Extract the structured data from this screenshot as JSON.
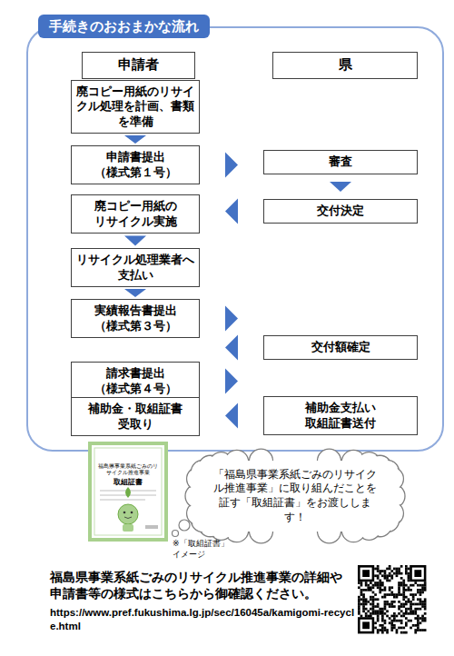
{
  "diagram": {
    "title": "手続きのおおまかな流れ",
    "nodes": [
      {
        "text": [
          "申請者"
        ]
      },
      {
        "text": [
          "県"
        ]
      },
      {
        "text": [
          "廃コピー用紙のリサイクル処理を計画、書類を準備"
        ]
      },
      {
        "text": [
          "申請書提出 （様式第１号）"
        ]
      },
      {
        "text": [
          "審査"
        ]
      },
      {
        "text": [
          "廃コピー用紙の リサイクル実施"
        ]
      },
      {
        "text": [
          "交付決定"
        ]
      },
      {
        "text": [
          "リサイクル処理業者へ 支払い"
        ]
      },
      {
        "text": [
          "実績報告書提出 （様式第３号）"
        ]
      },
      {
        "text": [
          "交付額確定"
        ]
      },
      {
        "text": [
          "請求書提出 （様式第４号）"
        ]
      },
      {
        "text": [
          "補助金・取組証書 受取り"
        ]
      },
      {
        "text": [
          "補助金支払い 取組証書送付"
        ]
      },
      {
        "text": [
          "「福島県事業系紙ごみのリサイクル推進事業」に取り組んだことを証す「取組証書」をお渡しします！"
        ]
      }
    ],
    "edges": [
      {
        "from": 2,
        "to": 3,
        "arrow": "to"
      },
      {
        "from": 3,
        "to": 4,
        "arrow": "to"
      },
      {
        "from": 4,
        "to": 6,
        "arrow": "to"
      },
      {
        "from": 6,
        "to": 5,
        "arrow": "to"
      },
      {
        "from": 5,
        "to": 7,
        "arrow": "to"
      },
      {
        "from": 7,
        "to": 8,
        "arrow": "to"
      },
      {
        "from": 8,
        "to": 9,
        "arrow": "to"
      },
      {
        "from": 9,
        "to": 10,
        "arrow": "to"
      },
      {
        "from": 10,
        "to": 12,
        "arrow": "to"
      },
      {
        "from": 12,
        "to": 11,
        "arrow": "to"
      }
    ],
    "labels": [
      "福島県事業系紙ごみのリサイクル推進事業",
      "取組証書",
      "※「取組証書」 イメージ",
      "福島県事業系紙ごみのリサイクル推進事業の詳細や申請書等の様式はこちらから御確認ください。",
      "https://www.pref.fukushima.lg.jp/sec/16045a/kamigomi-recycle.html"
    ]
  }
}
